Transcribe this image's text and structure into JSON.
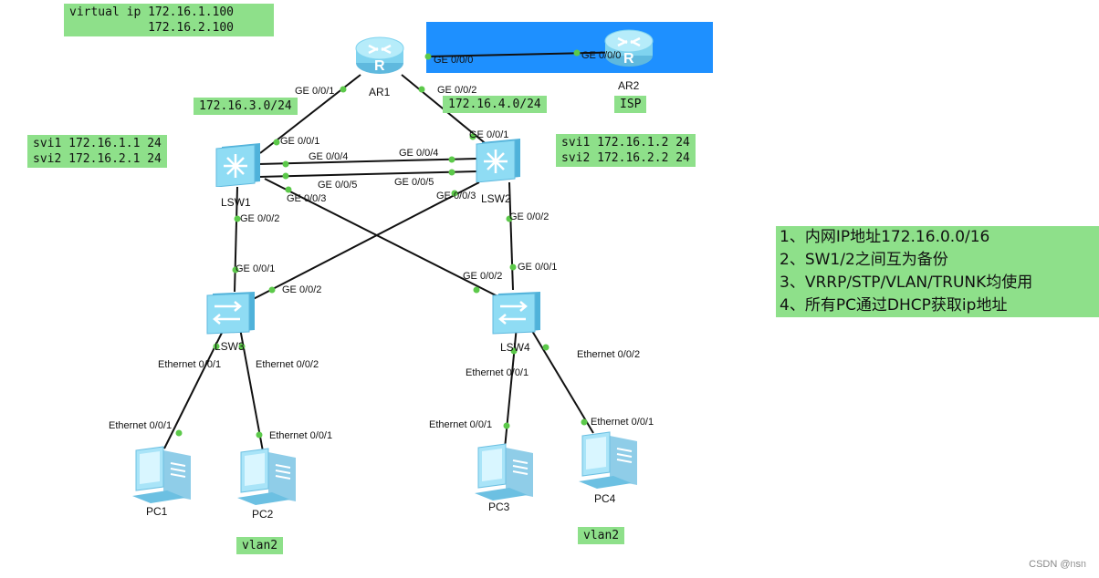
{
  "notes": {
    "vip_line1": "virtual ip 172.16.1.100",
    "vip_line2": "           172.16.2.100",
    "net_ar1_lsw1": "172.16.3.0/24",
    "net_ar1_lsw2": "172.16.4.0/24",
    "lsw1_svi1": "svi1 172.16.1.1 24",
    "lsw1_svi2": "svi2 172.16.2.1 24",
    "lsw2_svi1": "svi1 172.16.1.2 24",
    "lsw2_svi2": "svi2 172.16.2.2 24",
    "isp": "ISP",
    "vlan2_left": "vlan2",
    "vlan2_right": "vlan2"
  },
  "devices": {
    "ar1": "AR1",
    "ar2": "AR2",
    "lsw1": "LSW1",
    "lsw2": "LSW2",
    "lsw3": "LSW3",
    "lsw4": "LSW4",
    "pc1": "PC1",
    "pc2": "PC2",
    "pc3": "PC3",
    "pc4": "PC4"
  },
  "ports": {
    "ar1_ge000": "GE 0/0/0",
    "ar2_ge000": "GE 0/0/0",
    "ar1_ge001": "GE 0/0/1",
    "ar1_ge002": "GE 0/0/2",
    "lsw1_ge001": "GE 0/0/1",
    "lsw2_ge001": "GE 0/0/1",
    "lsw1_ge004": "GE 0/0/4",
    "lsw2_ge004": "GE 0/0/4",
    "lsw1_ge005": "GE 0/0/5",
    "lsw2_ge005": "GE 0/0/5",
    "lsw1_ge003": "GE 0/0/3",
    "lsw2_ge003": "GE 0/0/3",
    "lsw1_ge002": "GE 0/0/2",
    "lsw2_ge002": "GE 0/0/2",
    "lsw3_ge001": "GE 0/0/1",
    "lsw3_ge002": "GE 0/0/2",
    "lsw4_ge002": "GE 0/0/2",
    "lsw4_ge001": "GE 0/0/1",
    "lsw3_eth1": "Ethernet 0/0/1",
    "lsw3_eth2": "Ethernet 0/0/2",
    "pc1_eth": "Ethernet 0/0/1",
    "pc2_eth": "Ethernet 0/0/1",
    "lsw4_eth1": "Ethernet 0/0/1",
    "lsw4_eth2": "Ethernet 0/0/2",
    "pc3_eth": "Ethernet 0/0/1",
    "pc4_eth": "Ethernet 0/0/1"
  },
  "requirements": [
    "1、内网IP地址172.16.0.0/16",
    "2、SW1/2之间互为备份",
    "3、VRRP/STP/VLAN/TRUNK均使用",
    "4、所有PC通过DHCP获取ip地址"
  ],
  "watermark": "CSDN @ᥒsᥒ",
  "colors": {
    "note_bg": "#8ee08a",
    "isp_bg": "#1e90ff",
    "link": "#111111",
    "port_dot": "#5cc94a",
    "device_blue": "#7fd3ef"
  }
}
